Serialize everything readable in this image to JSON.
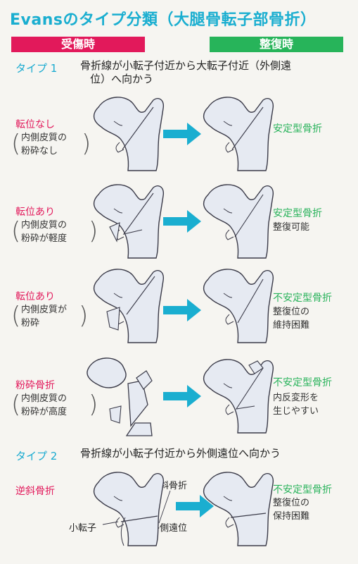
{
  "title": "Evansのタイプ分類（大腿骨転子部骨折）",
  "headers": {
    "injury": "受傷時",
    "reduction": "整復時"
  },
  "type1": {
    "label": "タイプ 1",
    "desc_line1": "骨折線が小転子付近から大転子付近（外側遠",
    "desc_line2": "位）へ向かう"
  },
  "rows": [
    {
      "condition": "転位なし",
      "sub1": "内側皮質の",
      "sub2": "粉砕なし",
      "result": "安定型骨折",
      "note1": "",
      "note2": ""
    },
    {
      "condition": "転位あり",
      "sub1": "内側皮質の",
      "sub2": "粉砕が軽度",
      "result": "安定型骨折",
      "note1": "整復可能",
      "note2": ""
    },
    {
      "condition": "転位あり",
      "sub1": "内側皮質が",
      "sub2": "粉砕",
      "result": "不安定型骨折",
      "note1": "整復位の",
      "note2": "維持困難"
    },
    {
      "condition": "粉砕骨折",
      "sub1": "内側皮質の",
      "sub2": "粉砕が高度",
      "result": "不安定型骨折",
      "note1": "内反変形を",
      "note2": "生じやすい"
    }
  ],
  "type2": {
    "label": "タイプ 2",
    "desc": "骨折線が小転子付近から外側遠位へ向かう",
    "condition": "逆斜骨折",
    "callout_oblique": "逆斜骨折",
    "callout_lesser": "小転子",
    "callout_lateral": "外側遠位",
    "result": "不安定型骨折",
    "note1": "整復位の",
    "note2": "保持困難"
  },
  "colors": {
    "title": "#1aaed0",
    "injury": "#e2195b",
    "reduction": "#27b45a",
    "arrow": "#1aaed0",
    "bone_fill": "#e6eaf2",
    "bone_stroke": "#3a3a48"
  },
  "icons": {
    "arrow": "right-arrow-icon",
    "bone": "femur-illustration"
  }
}
